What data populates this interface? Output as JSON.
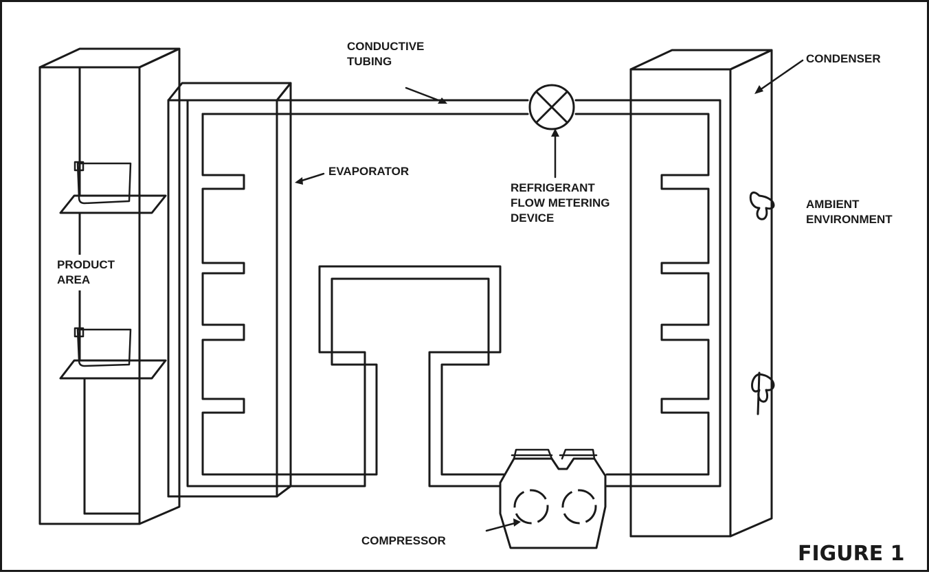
{
  "labels": {
    "conductive_tubing": [
      "CONDUCTIVE",
      "TUBING"
    ],
    "condenser": "CONDENSER",
    "evaporator": "EVAPORATOR",
    "metering_device": [
      "REFRIGERANT",
      "FLOW METERING",
      "DEVICE"
    ],
    "ambient_environment": [
      "AMBIENT",
      "ENVIRONMENT"
    ],
    "product_area": [
      "PRODUCT",
      "AREA"
    ],
    "compressor": "COMPRESSOR",
    "figure": "FIGURE 1"
  },
  "colors": {
    "ink": "#1a1a1a",
    "background": "#ffffff"
  }
}
